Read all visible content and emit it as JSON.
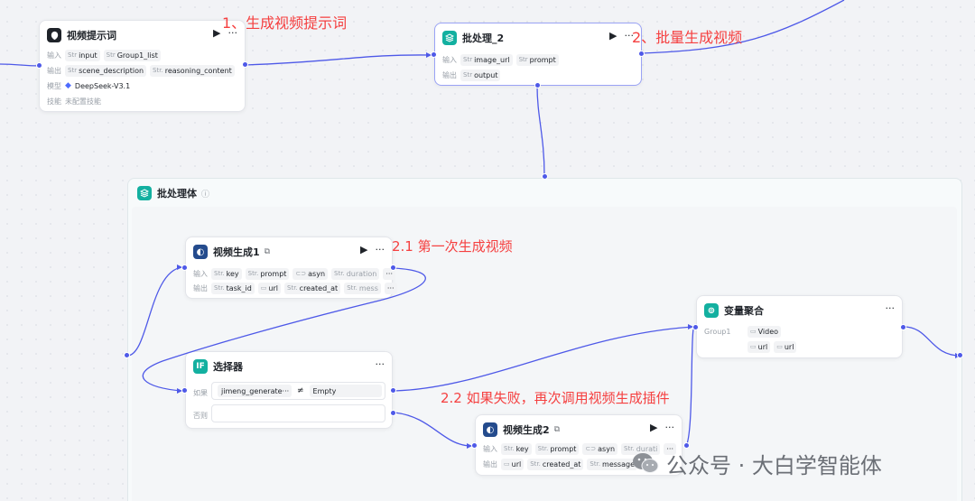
{
  "annotations": {
    "a1": "1、生成视频提示词",
    "a2": "2、批量生成视频",
    "a21": "2.1 第一次生成视频",
    "a22": "2.2 如果失败，再次调用视频生成插件"
  },
  "node_prompt": {
    "title": "视频提示词",
    "input_label": "输入",
    "inputs": [
      {
        "type": "Str",
        "name": "input"
      },
      {
        "type": "Str",
        "name": "Group1_list"
      }
    ],
    "output_label": "输出",
    "outputs": [
      {
        "type": "Str",
        "name": "scene_description"
      },
      {
        "type": "Str.",
        "name": "reasoning_content"
      }
    ],
    "model_label": "模型",
    "model_value": "DeepSeek-V3.1",
    "skill_label": "技能",
    "skill_value": "未配置技能"
  },
  "node_batch": {
    "title": "批处理_2",
    "input_label": "输入",
    "inputs": [
      {
        "type": "Str",
        "name": "image_url"
      },
      {
        "type": "Str",
        "name": "prompt"
      }
    ],
    "output_label": "输出",
    "outputs": [
      {
        "type": "Str",
        "name": "output"
      }
    ]
  },
  "group": {
    "title": "批处理体"
  },
  "node_video1": {
    "title": "视频生成1",
    "input_label": "输入",
    "inputs": [
      {
        "type": "Str.",
        "name": "key"
      },
      {
        "type": "Str.",
        "name": "prompt"
      },
      {
        "type": "",
        "name": "asyn"
      },
      {
        "type": "Str.",
        "name": "duration"
      }
    ],
    "output_label": "输出",
    "outputs": [
      {
        "type": "Str.",
        "name": "task_id"
      },
      {
        "type": "",
        "name": "url"
      },
      {
        "type": "Str.",
        "name": "created_at"
      },
      {
        "type": "Str.",
        "name": "mess"
      }
    ]
  },
  "node_selector": {
    "title": "选择器",
    "if_label": "如果",
    "cond_left": "jimeng_generate···",
    "cond_op": "≠",
    "cond_right": "Empty",
    "else_label": "否则"
  },
  "node_agg": {
    "title": "变量聚合",
    "group_label": "Group1",
    "items": [
      "Video",
      "url",
      "url"
    ]
  },
  "node_video2": {
    "title": "视频生成2",
    "input_label": "输入",
    "inputs": [
      {
        "type": "Str.",
        "name": "key"
      },
      {
        "type": "Str.",
        "name": "prompt"
      },
      {
        "type": "",
        "name": "asyn"
      },
      {
        "type": "Str.",
        "name": "durati"
      }
    ],
    "output_label": "输出",
    "outputs": [
      {
        "type": "",
        "name": "url"
      },
      {
        "type": "Str.",
        "name": "created_at"
      },
      {
        "type": "Str.",
        "name": "message"
      }
    ]
  },
  "watermark": "公众号 · 大白学智能体",
  "icons": {
    "play": "play-icon",
    "more": "more-icon",
    "info": "info-icon",
    "copy": "copy-icon"
  },
  "colors": {
    "edge": "#4e59e8",
    "annotation": "#f54040",
    "teal": "#13b0a0"
  }
}
